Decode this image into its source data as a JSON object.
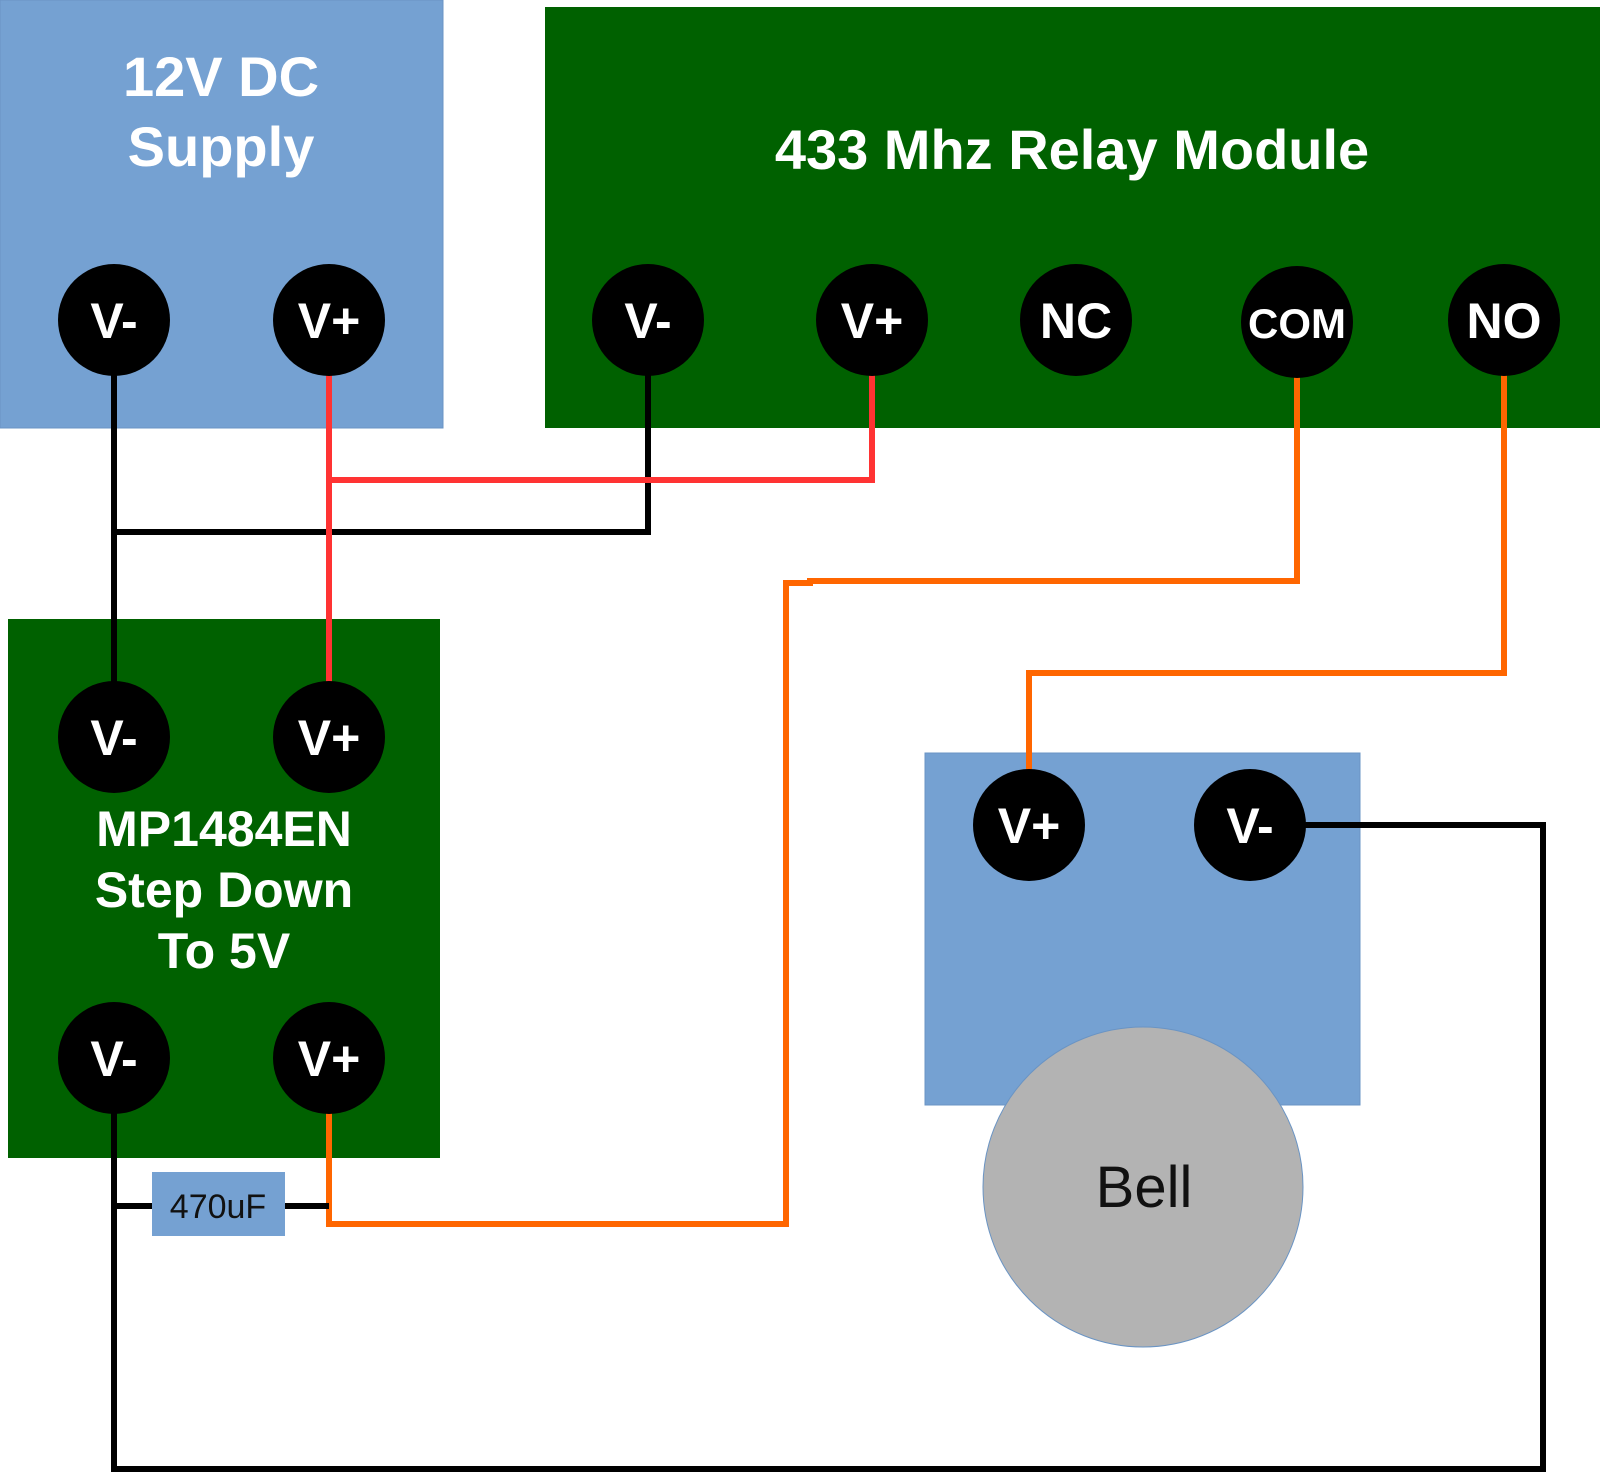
{
  "colors": {
    "supply_blue": "#75a1d2",
    "module_green": "#006100",
    "terminal_black": "#000000",
    "wire_black": "#000000",
    "wire_red": "#ff3333",
    "wire_orange": "#ff6600",
    "bell_grey": "#b3b3b3",
    "label_white": "#ffffff"
  },
  "supply": {
    "title_line1": "12V DC",
    "title_line2": "Supply",
    "terminals": {
      "neg": "V-",
      "pos": "V+"
    }
  },
  "relay": {
    "title": "433 Mhz Relay Module",
    "terminals": {
      "neg": "V-",
      "pos": "V+",
      "nc": "NC",
      "com": "COM",
      "no": "NO"
    }
  },
  "stepdown": {
    "title_line1": "MP1484EN",
    "title_line2": "Step Down",
    "title_line3": "To 5V",
    "input_terminals": {
      "neg": "V-",
      "pos": "V+"
    },
    "output_terminals": {
      "neg": "V-",
      "pos": "V+"
    }
  },
  "capacitor": {
    "label": "470uF"
  },
  "bell": {
    "label": "Bell",
    "terminals": {
      "pos": "V+",
      "neg": "V-"
    }
  }
}
